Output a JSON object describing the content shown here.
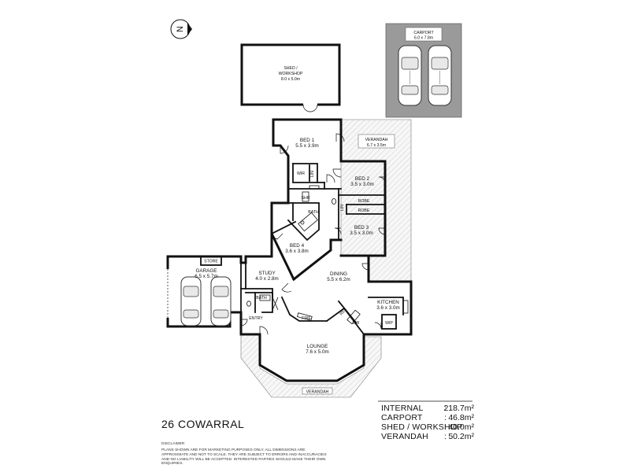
{
  "plan": {
    "address": "26 COWARRAL",
    "compass_letter": "N",
    "rooms": {
      "carport": {
        "name": "CARPORT",
        "size": "6.0 x 7.8m"
      },
      "shed": {
        "name_line1": "SHED /",
        "name_line2": "WORKSHOP",
        "size": "8.0 x 5.0m"
      },
      "bed1": {
        "name": "BED 1",
        "size": "5.5 x 3.9m"
      },
      "verandah_north": {
        "name": "VERANDAH",
        "size": "6.7 x 3.5m"
      },
      "wir": {
        "name": "WIR"
      },
      "bed2": {
        "name": "BED 2",
        "size": "3.5 x 3.0m"
      },
      "bath_main": {
        "name": "BATH"
      },
      "robe1": {
        "name": "ROBE"
      },
      "robe2": {
        "name": "ROBE"
      },
      "bed3": {
        "name": "BED 3",
        "size": "3.5 x 3.0m"
      },
      "bed4": {
        "name": "BED 4",
        "size": "3.6 x 3.8m"
      },
      "store": {
        "name": "STORE"
      },
      "garage": {
        "name": "GARAGE",
        "size": "6.5 x 5.7m"
      },
      "study": {
        "name": "STUDY",
        "size": "4.0 x 2.8m"
      },
      "dining": {
        "name": "DINING",
        "size": "5.5 x 6.2m"
      },
      "bath_entry": {
        "name": "BATH"
      },
      "kitchen": {
        "name": "KITCHEN",
        "size": "3.6 x 3.0m"
      },
      "entry": {
        "name": "ENTRY"
      },
      "fire": {
        "name": "FIRE"
      },
      "wip": {
        "name": "WIP"
      },
      "lounge": {
        "name": "LOUNGE",
        "size": "7.6 x 5.0m"
      },
      "verandah_south": {
        "name": "VERANDAH"
      }
    },
    "fixtures": {
      "linen": "LIN",
      "linen2": "LIN",
      "shower": "SHR",
      "fridge": "REF",
      "dishwasher": "DW"
    },
    "areas": [
      {
        "label": "INTERNAL",
        "value": "218.7m²"
      },
      {
        "label": "CARPORT",
        "value": "46.8m²"
      },
      {
        "label": "SHED / WORKSHOP",
        "value": "40.0m²"
      },
      {
        "label": "VERANDAH",
        "value": "50.2m²"
      }
    ],
    "area_separator": ":",
    "disclaimer": {
      "title": "DISCLAIMER",
      "text": "PLANS SHOWN ARE FOR MARKETING PURPOSES ONLY. ALL DIMENSIONS ARE APPROXIMATE AND NOT TO SCALE. THEY ARE SUBJECT TO ERRORS AND INACCURACIES AND NO LIABILITY WILL BE ACCEPTED. INTERESTED PARTIES SHOULD MAKE THEIR OWN ENQUIRIES."
    }
  }
}
